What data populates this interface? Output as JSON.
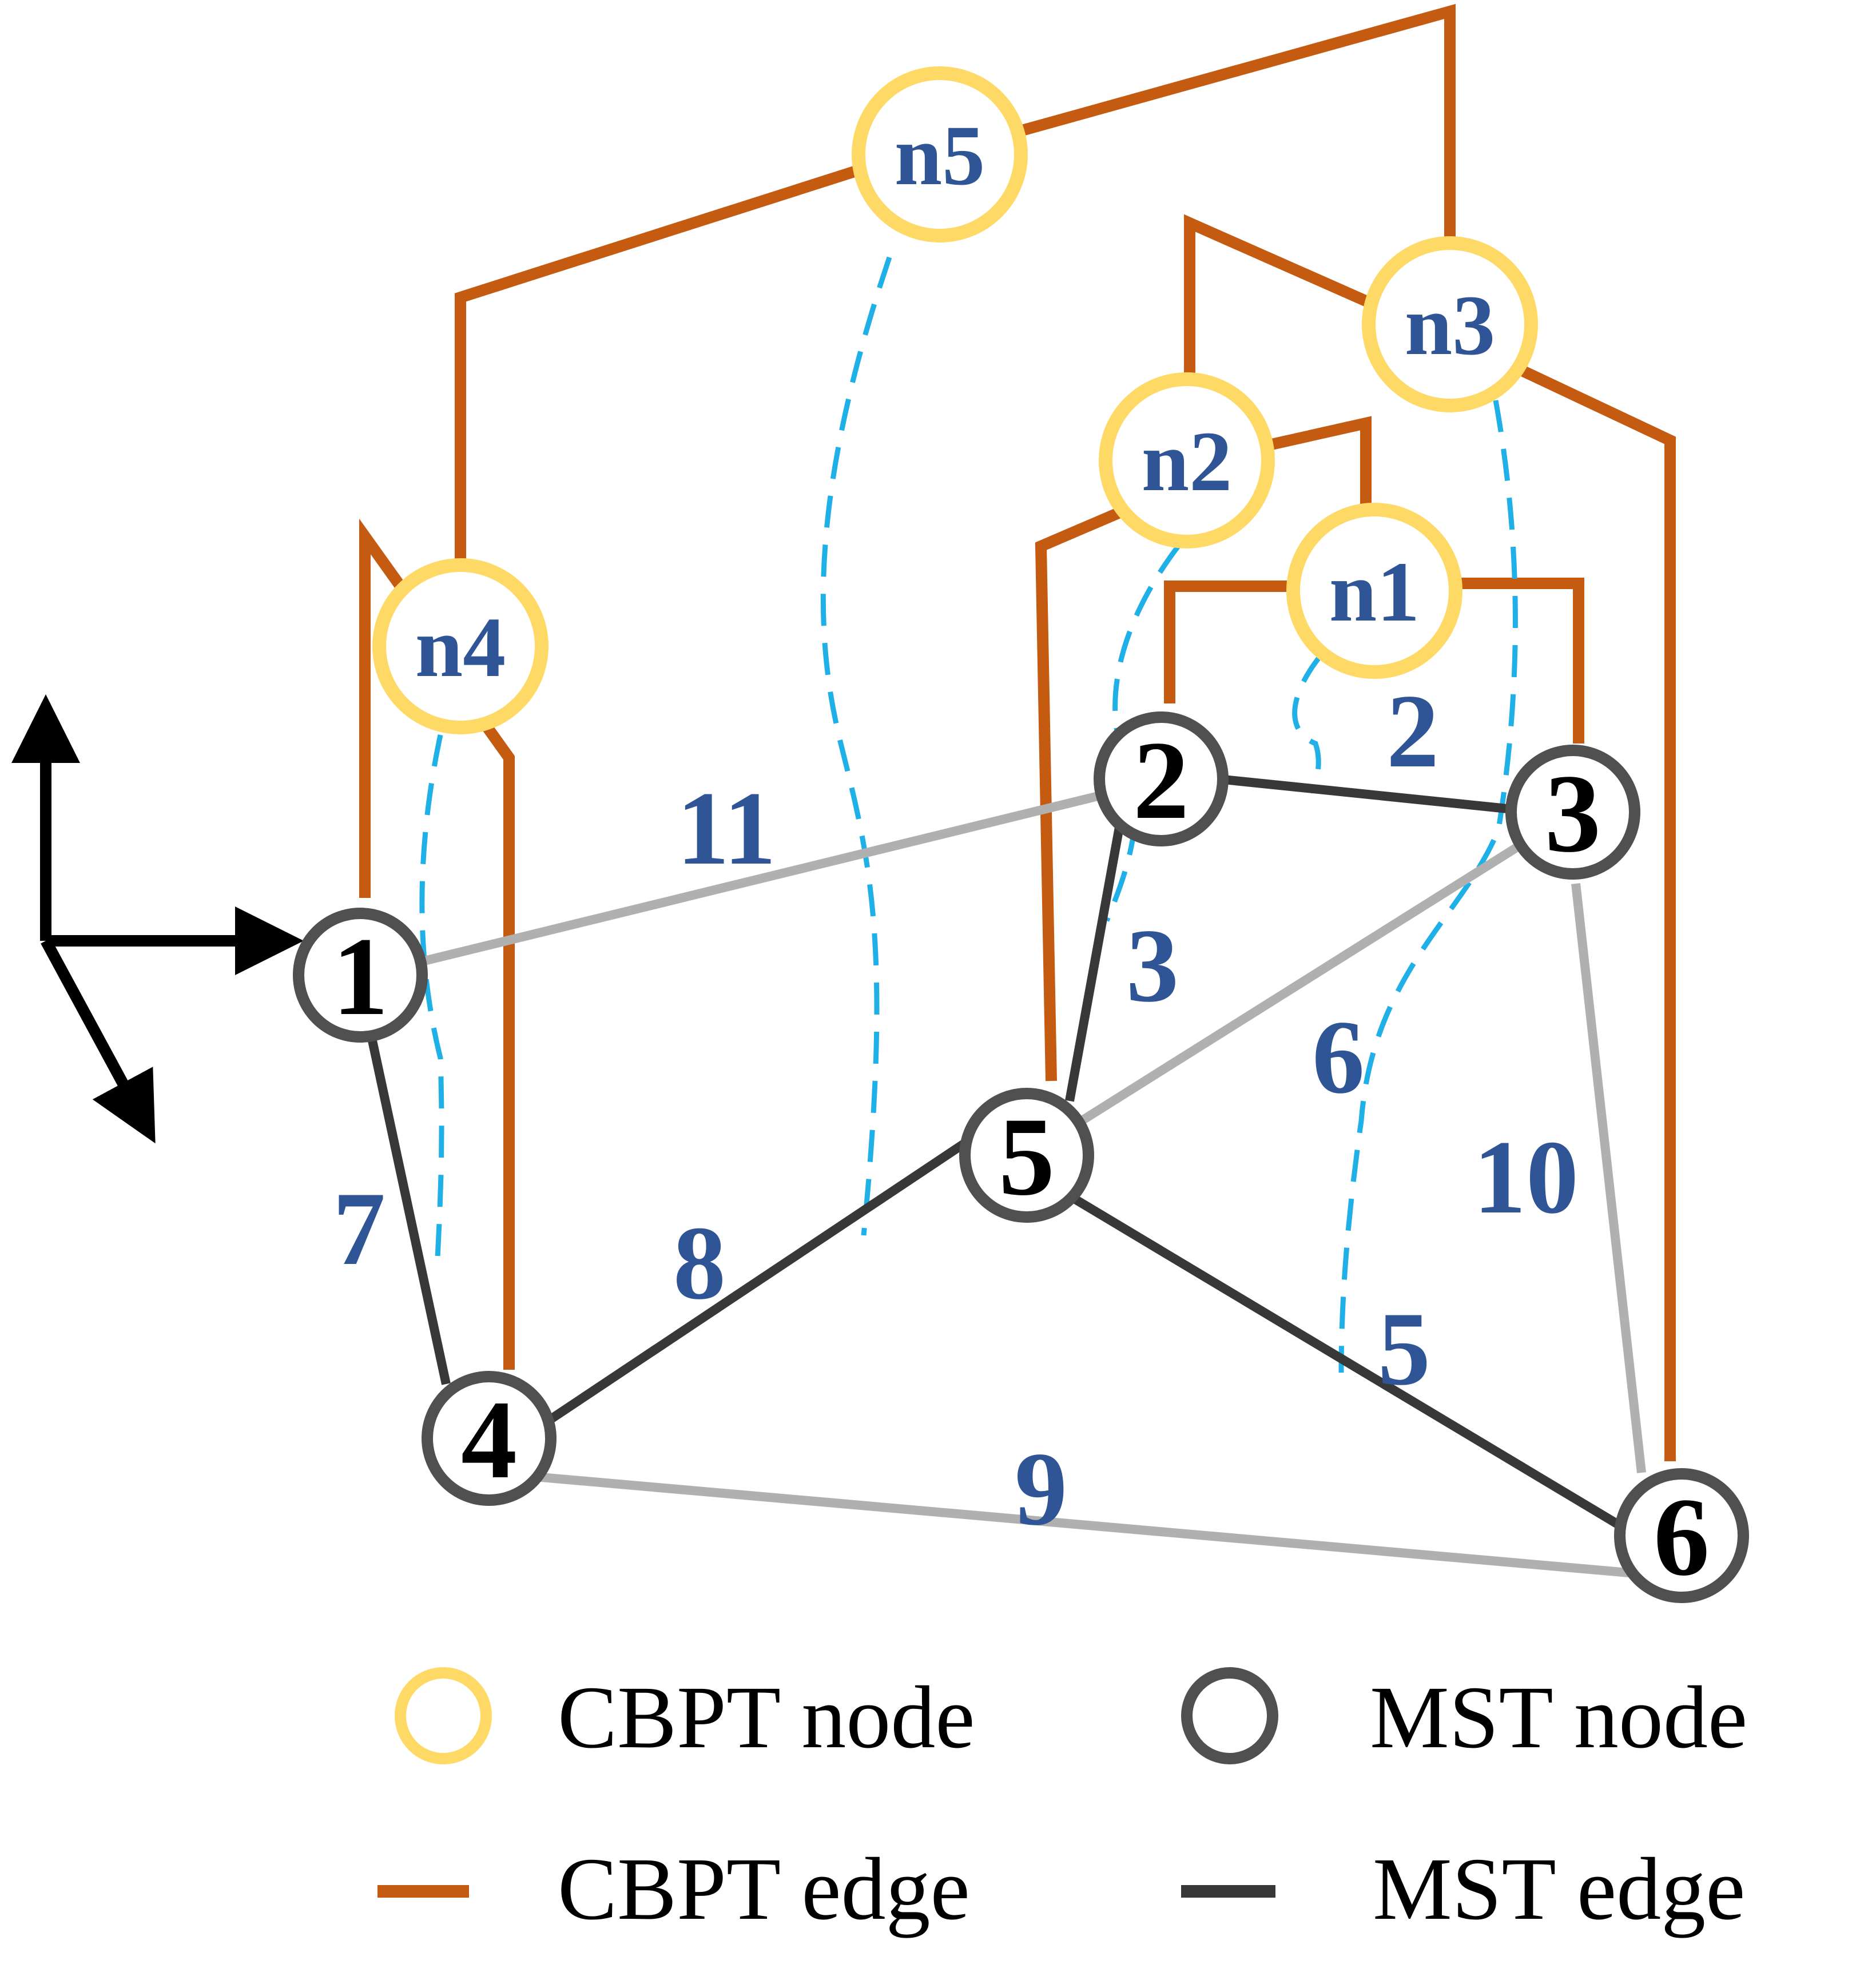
{
  "colors": {
    "cbpt_edge": "#c55a11",
    "cbpt_node": "#ffd966",
    "mst_node": "#505050",
    "mst_edge": "#383838",
    "graph_edge": "#b0b0b0",
    "dashed_link": "#1fb0e8",
    "label": "#2f5596",
    "axis": "#000000"
  },
  "cbpt_nodes": [
    {
      "id": "n1",
      "label": "n1"
    },
    {
      "id": "n2",
      "label": "n2"
    },
    {
      "id": "n3",
      "label": "n3"
    },
    {
      "id": "n4",
      "label": "n4"
    },
    {
      "id": "n5",
      "label": "n5"
    }
  ],
  "mst_nodes": [
    {
      "id": "1",
      "label": "1"
    },
    {
      "id": "2",
      "label": "2"
    },
    {
      "id": "3",
      "label": "3"
    },
    {
      "id": "4",
      "label": "4"
    },
    {
      "id": "5",
      "label": "5"
    },
    {
      "id": "6",
      "label": "6"
    }
  ],
  "graph_edges": [
    {
      "from": "2",
      "to": "3",
      "weight": "2",
      "in_mst": true
    },
    {
      "from": "2",
      "to": "5",
      "weight": "3",
      "in_mst": true
    },
    {
      "from": "5",
      "to": "6",
      "weight": "5",
      "in_mst": true
    },
    {
      "from": "3",
      "to": "5",
      "weight": "6",
      "in_mst": false
    },
    {
      "from": "1",
      "to": "4",
      "weight": "7",
      "in_mst": true
    },
    {
      "from": "4",
      "to": "5",
      "weight": "8",
      "in_mst": true
    },
    {
      "from": "4",
      "to": "6",
      "weight": "9",
      "in_mst": false
    },
    {
      "from": "3",
      "to": "6",
      "weight": "10",
      "in_mst": false
    },
    {
      "from": "1",
      "to": "2",
      "weight": "11",
      "in_mst": false
    }
  ],
  "legend": {
    "cbpt_node": "CBPT node",
    "mst_node": "MST node",
    "cbpt_edge": "CBPT edge",
    "mst_edge": "MST edge"
  }
}
